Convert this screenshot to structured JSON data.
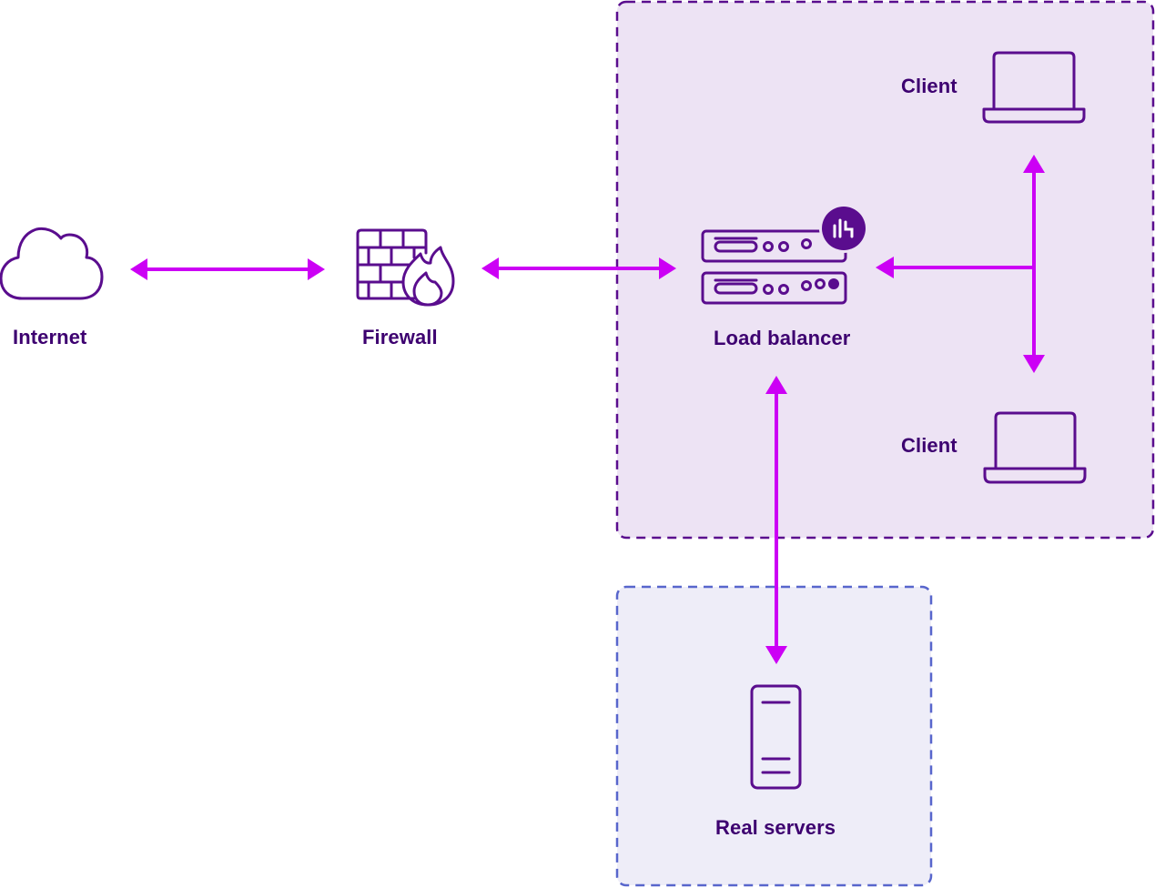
{
  "nodes": {
    "internet": "Internet",
    "firewall": "Firewall",
    "load_balancer": "Load balancer",
    "client_top": "Client",
    "client_bottom": "Client",
    "real_servers": "Real servers"
  },
  "colors": {
    "arrow": "#cc00f5",
    "icon_stroke": "#5a0d8e",
    "label_text": "#3d0070",
    "lb_zone_fill": "#ede3f4",
    "lb_zone_border": "#5a0d8e",
    "server_zone_fill": "#eeedf8",
    "server_zone_border": "#5866cc"
  },
  "icons": {
    "internet": "cloud-icon",
    "firewall": "firewall-icon",
    "load_balancer": "server-rack-icon",
    "badge": "brand-badge-icon",
    "client": "laptop-icon",
    "real_servers": "tower-server-icon"
  }
}
